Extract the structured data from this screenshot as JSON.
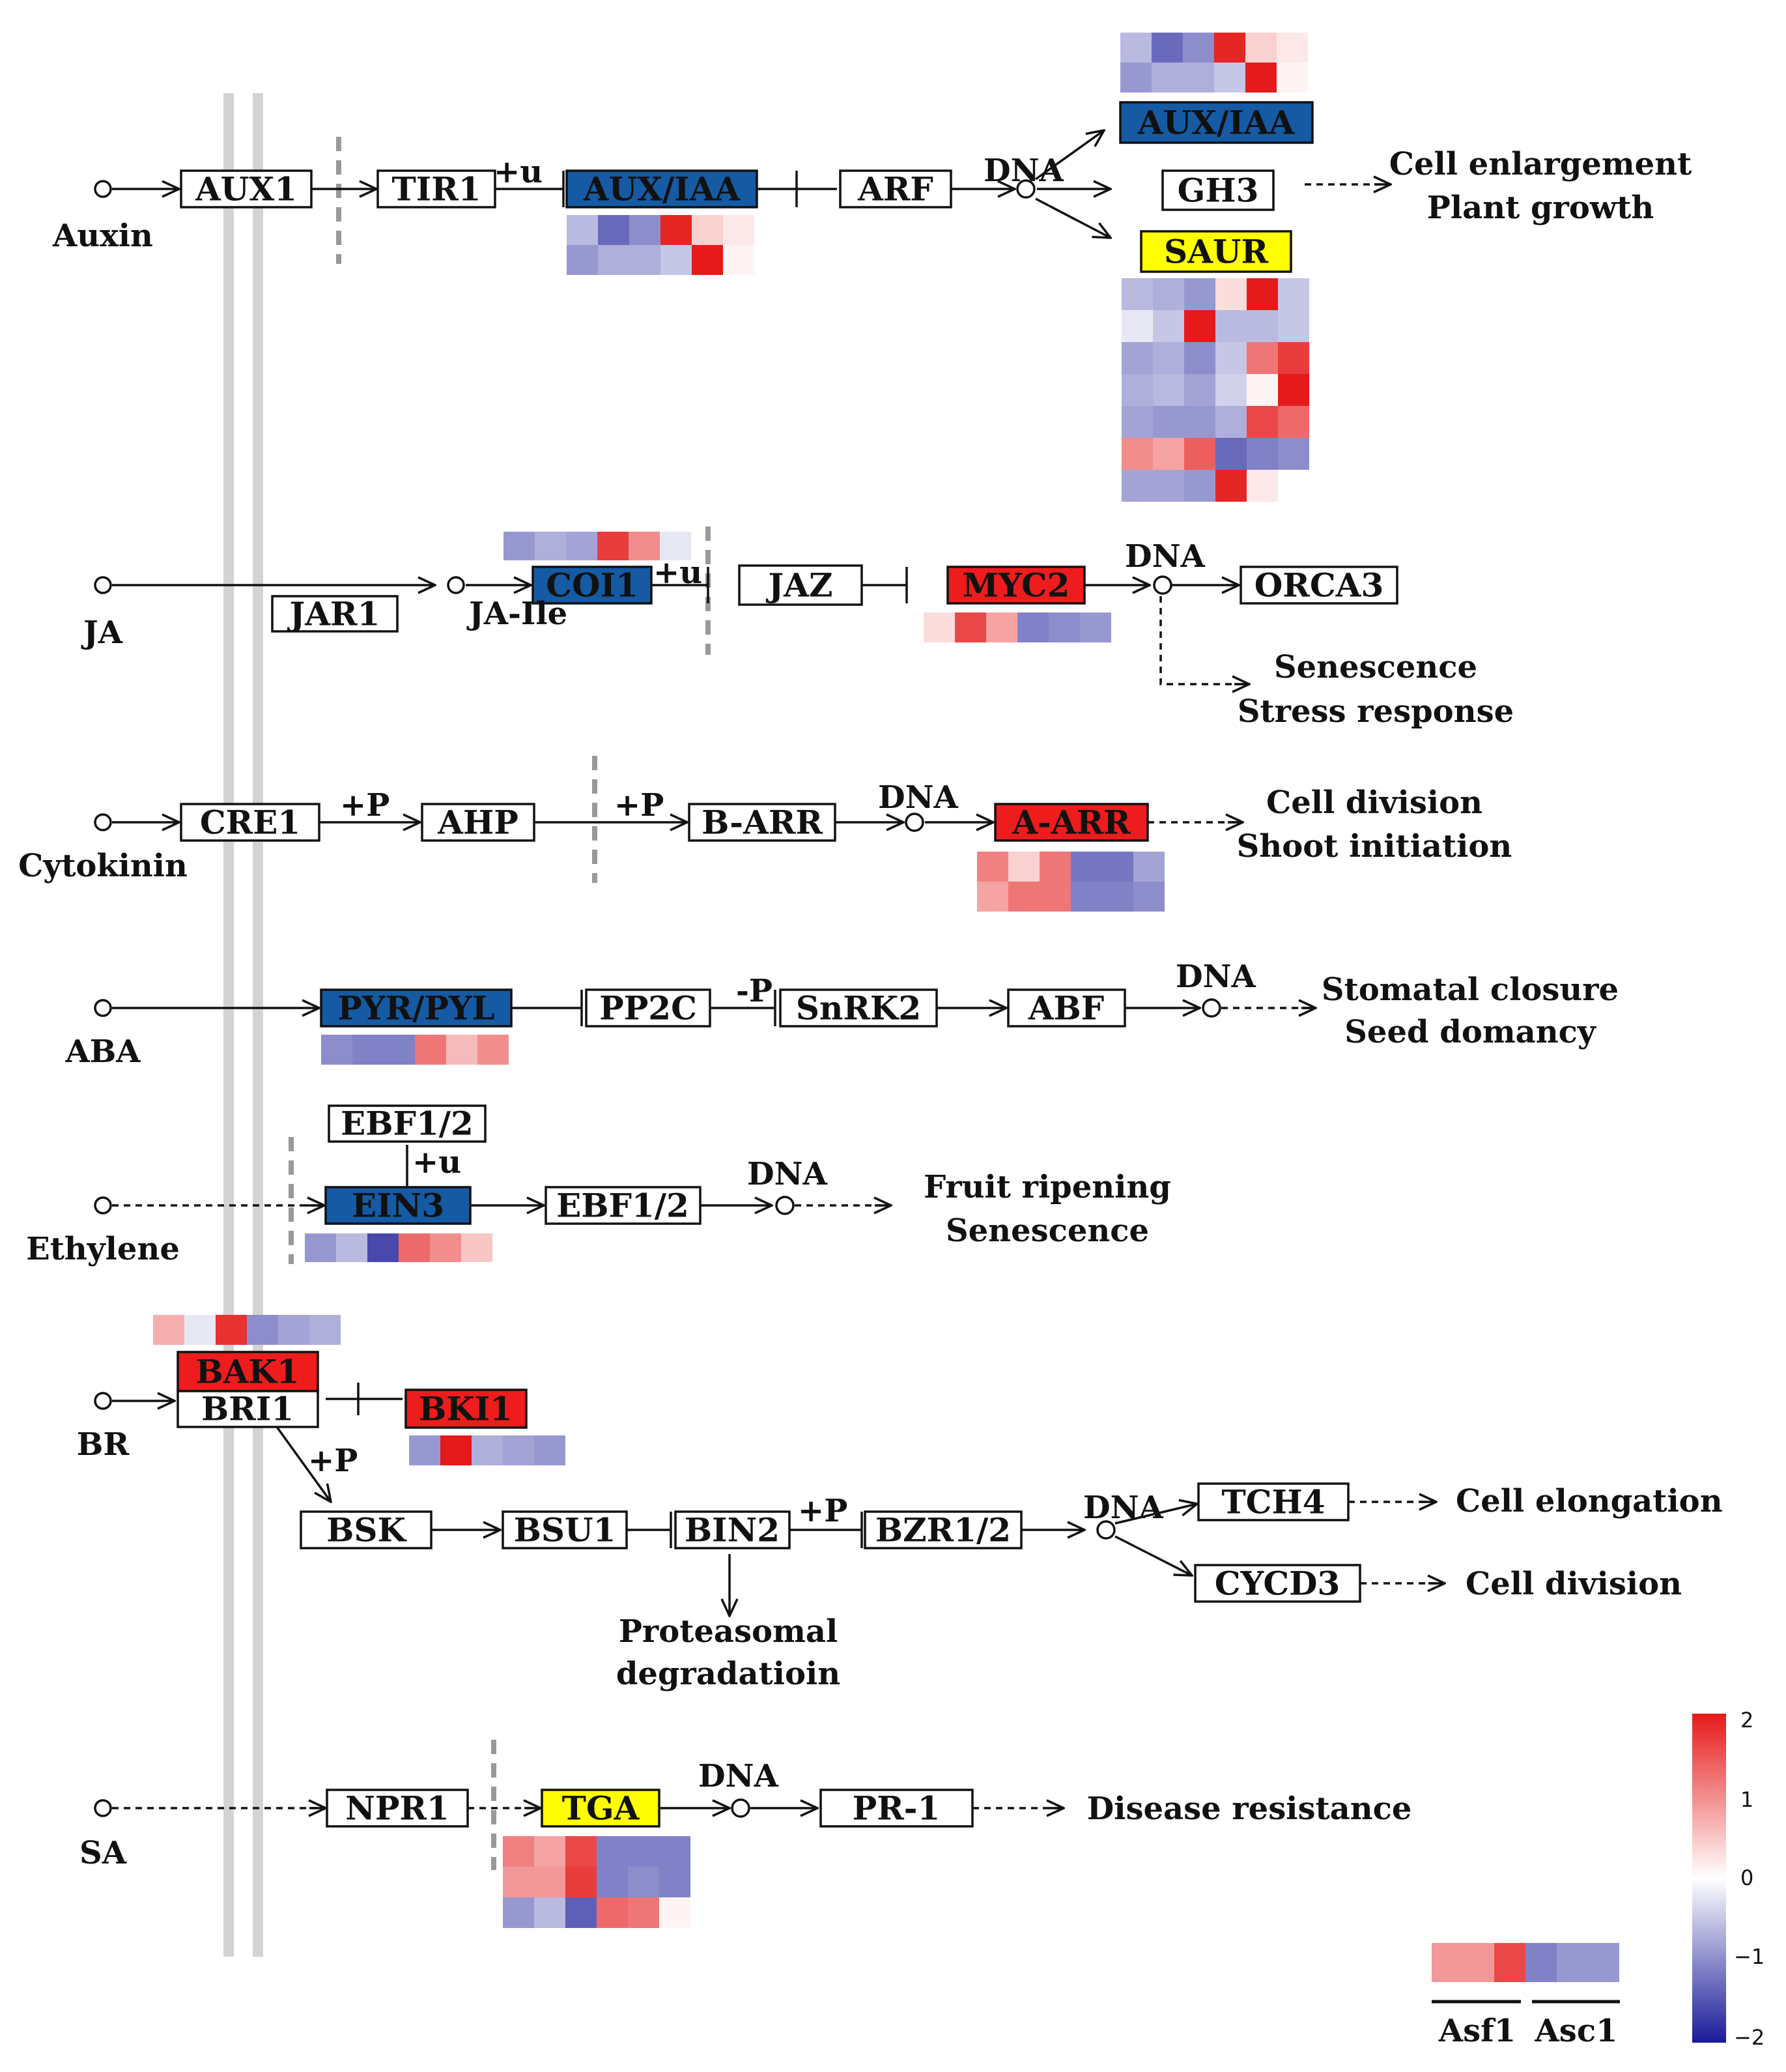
{
  "colors": {
    "blue_box": "#155aa3",
    "red_box": "#ee1c1c",
    "yellow_box": "#ffff00",
    "scale_high": "#e51a1a",
    "scale_mid": "#ffffff",
    "scale_low": "#1a1a99"
  },
  "pathways": [
    {
      "signal": "Auxin",
      "outcome": [
        "Cell enlargement",
        "Plant growth"
      ]
    },
    {
      "signal": "JA",
      "outcome": [
        "Senescence",
        "Stress response"
      ]
    },
    {
      "signal": "Cytokinin",
      "outcome": [
        "Cell division",
        "Shoot initiation"
      ]
    },
    {
      "signal": "ABA",
      "outcome": [
        "Stomatal closure",
        "Seed domancy"
      ]
    },
    {
      "signal": "Ethylene",
      "outcome": [
        "Fruit ripening",
        "Senescence"
      ]
    },
    {
      "signal": "BR",
      "outcome": [
        "Cell elongation",
        "Cell division"
      ]
    },
    {
      "signal": "SA",
      "outcome": [
        "Disease resistance"
      ]
    }
  ],
  "nodes": {
    "aux1": "AUX1",
    "tir1": "TIR1",
    "aux_iaa": "AUX/IAA",
    "arf": "ARF",
    "aux_iaa_2": "AUX/IAA",
    "gh3": "GH3",
    "saur": "SAUR",
    "jar1": "JAR1",
    "ja_ile": "JA-Ile",
    "coi1": "COI1",
    "jaz": "JAZ",
    "myc2": "MYC2",
    "orca3": "ORCA3",
    "cre1": "CRE1",
    "ahp": "AHP",
    "b_arr": "B-ARR",
    "a_arr": "A-ARR",
    "pyr_pyl": "PYR/PYL",
    "pp2c": "PP2C",
    "snrk2": "SnRK2",
    "abf": "ABF",
    "ebf12_top": "EBF1/2",
    "ein3": "EIN3",
    "ebf12": "EBF1/2",
    "bak1": "BAK1",
    "bri1": "BRI1",
    "bki1": "BKI1",
    "bsk": "BSK",
    "bsu1": "BSU1",
    "bin2": "BIN2",
    "bzr12": "BZR1/2",
    "tch4": "TCH4",
    "cycd3": "CYCD3",
    "npr1": "NPR1",
    "tga": "TGA",
    "pr1": "PR-1"
  },
  "edge_labels": {
    "plus_u": "+u",
    "plus_p": "+P",
    "minus_p": "-P",
    "dna": "DNA",
    "proteasomal": [
      "Proteasomal",
      "degradatioin"
    ]
  },
  "heatmaps": {
    "aux_iaa_top": [
      [
        -0.6,
        -1.3,
        -1.0,
        1.9,
        0.4,
        0.2
      ],
      [
        -0.9,
        -0.7,
        -0.7,
        -0.5,
        2.0,
        0.1
      ]
    ],
    "aux_iaa_left": [
      [
        -0.6,
        -1.3,
        -1.0,
        1.9,
        0.4,
        0.2
      ],
      [
        -0.9,
        -0.7,
        -0.7,
        -0.5,
        2.0,
        0.1
      ]
    ],
    "saur": [
      [
        -0.6,
        -0.7,
        -0.9,
        0.3,
        2.0,
        -0.5
      ],
      [
        -0.2,
        -0.5,
        2.0,
        -0.6,
        -0.6,
        -0.5
      ],
      [
        -0.8,
        -0.7,
        -1.0,
        -0.5,
        1.2,
        1.7
      ],
      [
        -0.7,
        -0.6,
        -0.8,
        -0.4,
        0.1,
        2.0
      ],
      [
        -0.8,
        -0.9,
        -0.9,
        -0.7,
        1.6,
        1.3
      ],
      [
        1.0,
        0.8,
        1.4,
        -1.3,
        -1.1,
        -1.0
      ],
      [
        -0.8,
        -0.8,
        -0.9,
        1.9,
        0.2,
        0.0
      ]
    ],
    "coi1": [
      [
        -0.9,
        -0.7,
        -0.8,
        1.7,
        1.0,
        -0.2
      ]
    ],
    "myc2": [
      [
        0.3,
        1.6,
        0.8,
        -1.1,
        -1.0,
        -0.9
      ]
    ],
    "a_arr": [
      [
        1.1,
        0.4,
        1.2,
        -1.2,
        -1.2,
        -0.8
      ],
      [
        0.8,
        1.2,
        1.2,
        -1.1,
        -1.1,
        -1.0
      ]
    ],
    "pyr_pyl": [
      [
        -1.0,
        -1.1,
        -1.1,
        1.2,
        0.6,
        1.0
      ]
    ],
    "ein3": [
      [
        -0.9,
        -0.6,
        -1.6,
        1.3,
        1.0,
        0.5
      ]
    ],
    "bak1": [
      [
        0.7,
        -0.2,
        1.8,
        -1.0,
        -0.8,
        -0.7
      ]
    ],
    "bki1": [
      [
        0.0,
        -0.9,
        2.0,
        -0.7,
        -0.8,
        -0.9
      ]
    ],
    "tga": [
      [
        1.1,
        0.8,
        1.6,
        -1.1,
        -1.1,
        -1.1
      ],
      [
        0.9,
        0.9,
        1.7,
        -1.1,
        -1.0,
        -1.1
      ],
      [
        -0.9,
        -0.6,
        -1.4,
        1.3,
        1.2,
        0.1
      ]
    ],
    "legend_example": [
      [
        0.9,
        0.9,
        1.6,
        -1.1,
        -0.9,
        -0.9
      ]
    ]
  },
  "legend": {
    "groups": [
      "Asf1",
      "Asc1"
    ],
    "scale_ticks": [
      "2",
      "1",
      "0",
      "−1",
      "−2"
    ]
  }
}
